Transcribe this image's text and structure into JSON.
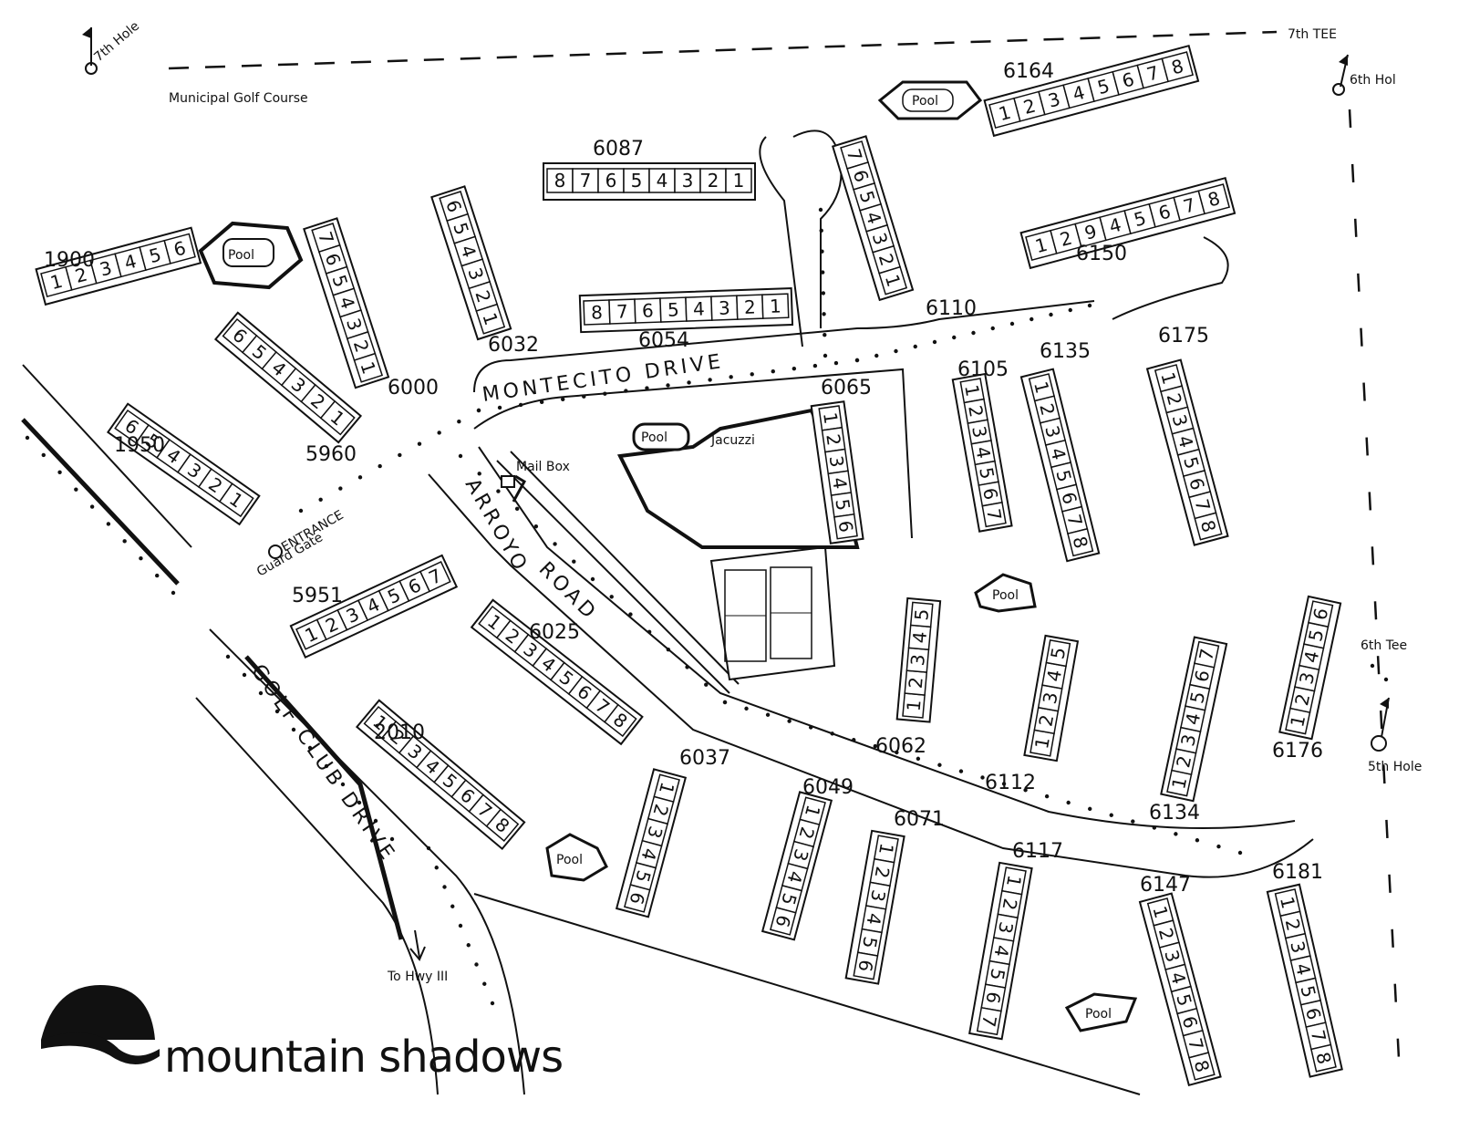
{
  "labels": {
    "golf_course": "Municipal Golf Course",
    "seventh_hole": "7th Hole",
    "seventh_tee": "7th TEE",
    "sixth_hole": "6th Hol",
    "sixth_tee": "6th Tee",
    "fifth_hole": "5th Hole",
    "to_hwy": "To Hwy III",
    "entrance": "ENTRANCE",
    "guard_gate": "Guard Gate",
    "mail_box": "Mail Box",
    "jacuzzi": "Jacuzzi",
    "pool": "Pool"
  },
  "roads": {
    "montecito": "MONTECITO DRIVE",
    "arroyo": "ARROYO",
    "road": "ROAD",
    "golf_club": "GOLF CLUB DRIVE"
  },
  "logo": {
    "name": "mountain shadows"
  },
  "buildings": [
    {
      "id": "1900",
      "units": [
        "1",
        "2",
        "3",
        "4",
        "5",
        "6"
      ]
    },
    {
      "id": "1950",
      "units": [
        "6",
        "5",
        "4",
        "3",
        "2",
        "1"
      ]
    },
    {
      "id": "5960",
      "units": [
        "6",
        "5",
        "4",
        "3",
        "2",
        "1"
      ]
    },
    {
      "id": "6000",
      "units": [
        "7",
        "6",
        "5",
        "4",
        "3",
        "2",
        "1"
      ]
    },
    {
      "id": "6032",
      "units": [
        "6",
        "5",
        "4",
        "3",
        "2",
        "1"
      ]
    },
    {
      "id": "6087",
      "units": [
        "8",
        "7",
        "6",
        "5",
        "4",
        "3",
        "2",
        "1"
      ]
    },
    {
      "id": "6054",
      "units": [
        "8",
        "7",
        "6",
        "5",
        "4",
        "3",
        "2",
        "1"
      ]
    },
    {
      "id": "6110",
      "units": [
        "7",
        "6",
        "5",
        "4",
        "3",
        "2",
        "1"
      ]
    },
    {
      "id": "6164",
      "units": [
        "1",
        "2",
        "3",
        "4",
        "5",
        "6",
        "7",
        "8"
      ]
    },
    {
      "id": "6150",
      "units": [
        "1",
        "2",
        "9",
        "4",
        "5",
        "6",
        "7",
        "8"
      ]
    },
    {
      "id": "6175",
      "units": [
        "1",
        "2",
        "3",
        "4",
        "5",
        "6",
        "7",
        "8"
      ]
    },
    {
      "id": "6065",
      "units": [
        "1",
        "2",
        "3",
        "4",
        "5",
        "6"
      ]
    },
    {
      "id": "6105",
      "units": [
        "1",
        "2",
        "3",
        "4",
        "5",
        "6",
        "7"
      ]
    },
    {
      "id": "6135",
      "units": [
        "1",
        "2",
        "3",
        "4",
        "5",
        "6",
        "7",
        "8"
      ]
    },
    {
      "id": "5951",
      "units": [
        "1",
        "2",
        "3",
        "4",
        "5",
        "6",
        "7"
      ]
    },
    {
      "id": "6025",
      "units": [
        "1",
        "2",
        "3",
        "4",
        "5",
        "6",
        "7",
        "8"
      ]
    },
    {
      "id": "2010",
      "units": [
        "1",
        "2",
        "3",
        "4",
        "5",
        "6",
        "7",
        "8"
      ]
    },
    {
      "id": "6062",
      "units": [
        "1",
        "2",
        "3",
        "4",
        "5"
      ]
    },
    {
      "id": "6112",
      "units": [
        "1",
        "2",
        "3",
        "4",
        "5"
      ]
    },
    {
      "id": "6134",
      "units": [
        "1",
        "2",
        "3",
        "4",
        "5",
        "6",
        "7"
      ]
    },
    {
      "id": "6176",
      "units": [
        "1",
        "2",
        "3",
        "4",
        "5",
        "6"
      ]
    },
    {
      "id": "6037",
      "units": [
        "1",
        "2",
        "3",
        "4",
        "5",
        "6"
      ]
    },
    {
      "id": "6049",
      "units": [
        "1",
        "2",
        "3",
        "4",
        "5",
        "6"
      ]
    },
    {
      "id": "6071",
      "units": [
        "1",
        "2",
        "3",
        "4",
        "5",
        "6"
      ]
    },
    {
      "id": "6117",
      "units": [
        "1",
        "2",
        "3",
        "4",
        "5",
        "6",
        "7"
      ]
    },
    {
      "id": "6147",
      "units": [
        "1",
        "2",
        "3",
        "4",
        "5",
        "6",
        "7",
        "8"
      ]
    },
    {
      "id": "6181",
      "units": [
        "1",
        "2",
        "3",
        "4",
        "5",
        "6",
        "7",
        "8"
      ]
    }
  ]
}
